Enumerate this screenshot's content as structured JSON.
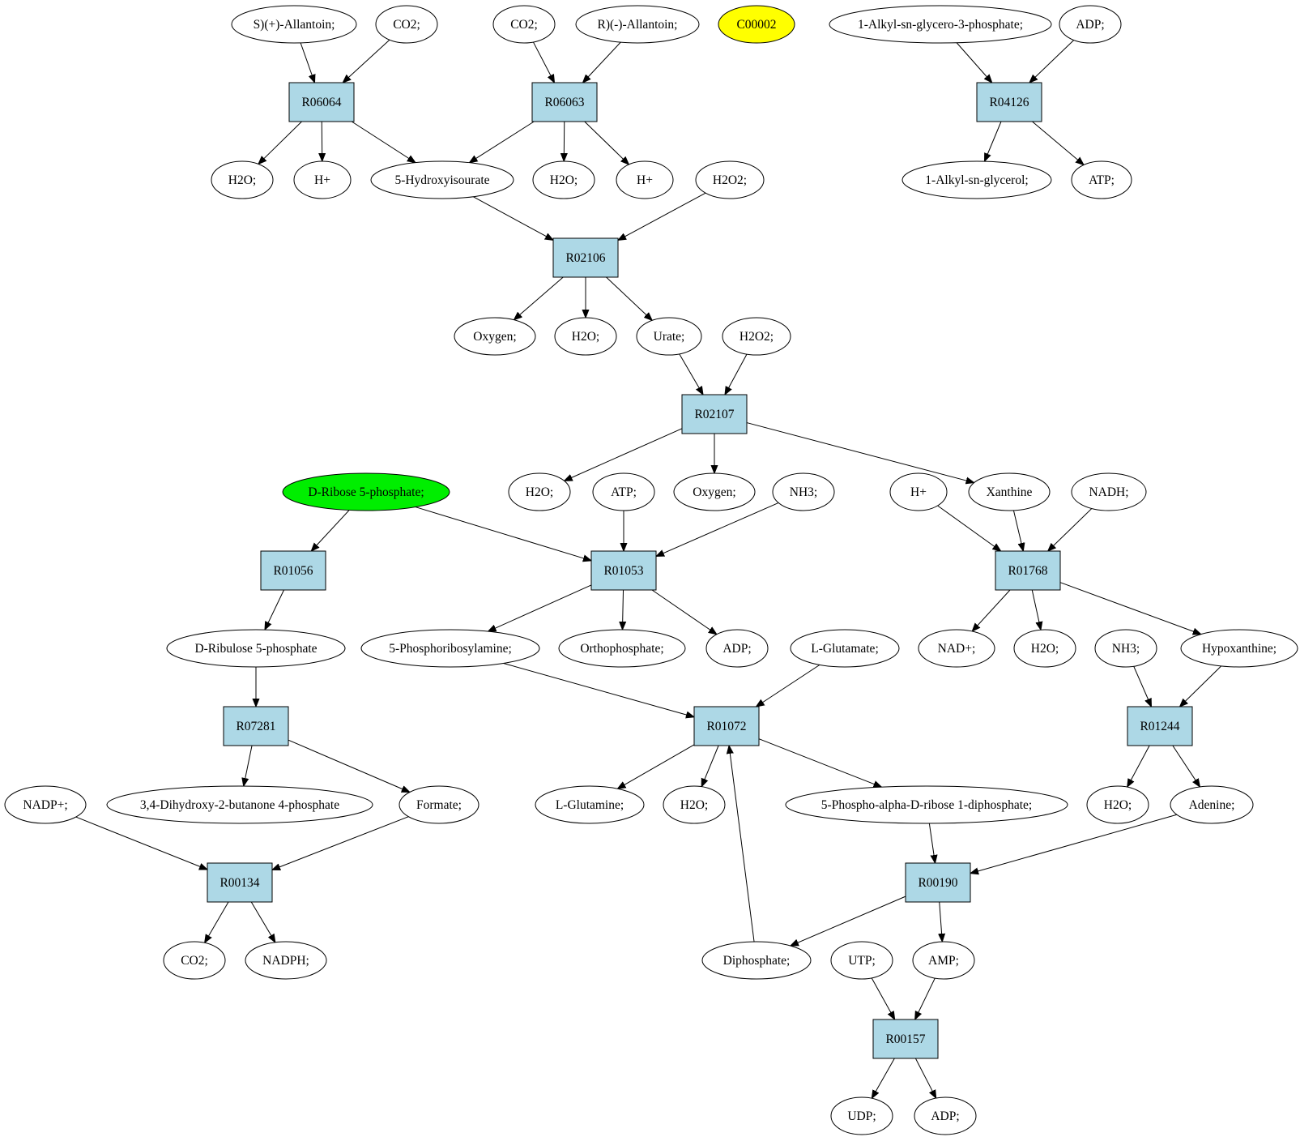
{
  "colors": {
    "reaction_fill": "#add8e6",
    "compound_fill": "#ffffff",
    "highlight_yellow": "#ffff00",
    "highlight_green": "#00ee00",
    "stroke": "#000000"
  },
  "reactions": [
    {
      "id": "R06064",
      "label": "R06064"
    },
    {
      "id": "R06063",
      "label": "R06063"
    },
    {
      "id": "R04126",
      "label": "R04126"
    },
    {
      "id": "R02106",
      "label": "R02106"
    },
    {
      "id": "R02107",
      "label": "R02107"
    },
    {
      "id": "R01056",
      "label": "R01056"
    },
    {
      "id": "R01053",
      "label": "R01053"
    },
    {
      "id": "R01768",
      "label": "R01768"
    },
    {
      "id": "R07281",
      "label": "R07281"
    },
    {
      "id": "R01072",
      "label": "R01072"
    },
    {
      "id": "R01244",
      "label": "R01244"
    },
    {
      "id": "R00134",
      "label": "R00134"
    },
    {
      "id": "R00190",
      "label": "R00190"
    },
    {
      "id": "R00157",
      "label": "R00157"
    }
  ],
  "compounds": [
    {
      "id": "s_allantoin",
      "label": "S)(+)-Allantoin;"
    },
    {
      "id": "co2_a",
      "label": "CO2;"
    },
    {
      "id": "co2_b",
      "label": "CO2;"
    },
    {
      "id": "r_allantoin",
      "label": "R)(-)-Allantoin;"
    },
    {
      "id": "c00002",
      "label": "C00002",
      "highlight": "yellow"
    },
    {
      "id": "alkyl_g3p",
      "label": "1-Alkyl-sn-glycero-3-phosphate;"
    },
    {
      "id": "adp_top",
      "label": "ADP;"
    },
    {
      "id": "h2o_1",
      "label": "H2O;"
    },
    {
      "id": "hplus_1",
      "label": "H+"
    },
    {
      "id": "hydroxyisourate",
      "label": "5-Hydroxyisourate"
    },
    {
      "id": "h2o_2",
      "label": "H2O;"
    },
    {
      "id": "hplus_2",
      "label": "H+"
    },
    {
      "id": "h2o2_1",
      "label": "H2O2;"
    },
    {
      "id": "alkyl_glycerol",
      "label": "1-Alkyl-sn-glycerol;"
    },
    {
      "id": "atp_top",
      "label": "ATP;"
    },
    {
      "id": "oxygen_1",
      "label": "Oxygen;"
    },
    {
      "id": "h2o_3",
      "label": "H2O;"
    },
    {
      "id": "urate",
      "label": "Urate;"
    },
    {
      "id": "h2o2_2",
      "label": "H2O2;"
    },
    {
      "id": "ribose5p",
      "label": "D-Ribose 5-phosphate;",
      "highlight": "green"
    },
    {
      "id": "h2o_4",
      "label": "H2O;"
    },
    {
      "id": "atp_mid",
      "label": "ATP;"
    },
    {
      "id": "oxygen_2",
      "label": "Oxygen;"
    },
    {
      "id": "nh3_1",
      "label": "NH3;"
    },
    {
      "id": "hplus_3",
      "label": "H+"
    },
    {
      "id": "xanthine",
      "label": "Xanthine"
    },
    {
      "id": "nadh",
      "label": "NADH;"
    },
    {
      "id": "ribulose5p",
      "label": "D-Ribulose 5-phosphate"
    },
    {
      "id": "prib_amine",
      "label": "5-Phosphoribosylamine;"
    },
    {
      "id": "orthophosphate",
      "label": "Orthophosphate;"
    },
    {
      "id": "adp_mid",
      "label": "ADP;"
    },
    {
      "id": "glutamate",
      "label": "L-Glutamate;"
    },
    {
      "id": "nadplus",
      "label": "NAD+;"
    },
    {
      "id": "h2o_5",
      "label": "H2O;"
    },
    {
      "id": "nh3_2",
      "label": "NH3;"
    },
    {
      "id": "hypoxanthine",
      "label": "Hypoxanthine;"
    },
    {
      "id": "nadpplus",
      "label": "NADP+;"
    },
    {
      "id": "dihydroxybutanone",
      "label": "3,4-Dihydroxy-2-butanone 4-phosphate"
    },
    {
      "id": "formate",
      "label": "Formate;"
    },
    {
      "id": "glutamine",
      "label": "L-Glutamine;"
    },
    {
      "id": "h2o_6",
      "label": "H2O;"
    },
    {
      "id": "prpp",
      "label": "5-Phospho-alpha-D-ribose 1-diphosphate;"
    },
    {
      "id": "h2o_7",
      "label": "H2O;"
    },
    {
      "id": "adenine",
      "label": "Adenine;"
    },
    {
      "id": "co2_c",
      "label": "CO2;"
    },
    {
      "id": "nadph",
      "label": "NADPH;"
    },
    {
      "id": "diphosphate",
      "label": "Diphosphate;"
    },
    {
      "id": "utp",
      "label": "UTP;"
    },
    {
      "id": "amp",
      "label": "AMP;"
    },
    {
      "id": "udp",
      "label": "UDP;"
    },
    {
      "id": "adp_bot",
      "label": "ADP;"
    }
  ],
  "edges": [
    [
      "s_allantoin",
      "R06064"
    ],
    [
      "co2_a",
      "R06064"
    ],
    [
      "R06064",
      "h2o_1"
    ],
    [
      "R06064",
      "hplus_1"
    ],
    [
      "R06064",
      "hydroxyisourate"
    ],
    [
      "co2_b",
      "R06063"
    ],
    [
      "r_allantoin",
      "R06063"
    ],
    [
      "R06063",
      "hydroxyisourate"
    ],
    [
      "R06063",
      "h2o_2"
    ],
    [
      "R06063",
      "hplus_2"
    ],
    [
      "alkyl_g3p",
      "R04126"
    ],
    [
      "adp_top",
      "R04126"
    ],
    [
      "R04126",
      "alkyl_glycerol"
    ],
    [
      "R04126",
      "atp_top"
    ],
    [
      "hydroxyisourate",
      "R02106"
    ],
    [
      "h2o2_1",
      "R02106"
    ],
    [
      "R02106",
      "oxygen_1"
    ],
    [
      "R02106",
      "h2o_3"
    ],
    [
      "R02106",
      "urate"
    ],
    [
      "urate",
      "R02107"
    ],
    [
      "h2o2_2",
      "R02107"
    ],
    [
      "R02107",
      "h2o_4"
    ],
    [
      "R02107",
      "oxygen_2"
    ],
    [
      "R02107",
      "xanthine"
    ],
    [
      "ribose5p",
      "R01056"
    ],
    [
      "ribose5p",
      "R01053"
    ],
    [
      "atp_mid",
      "R01053"
    ],
    [
      "nh3_1",
      "R01053"
    ],
    [
      "R01053",
      "prib_amine"
    ],
    [
      "R01053",
      "orthophosphate"
    ],
    [
      "R01053",
      "adp_mid"
    ],
    [
      "hplus_3",
      "R01768"
    ],
    [
      "xanthine",
      "R01768"
    ],
    [
      "nadh",
      "R01768"
    ],
    [
      "R01768",
      "nadplus"
    ],
    [
      "R01768",
      "h2o_5"
    ],
    [
      "R01768",
      "hypoxanthine"
    ],
    [
      "R01056",
      "ribulose5p"
    ],
    [
      "ribulose5p",
      "R07281"
    ],
    [
      "R07281",
      "dihydroxybutanone"
    ],
    [
      "R07281",
      "formate"
    ],
    [
      "prib_amine",
      "R01072"
    ],
    [
      "glutamate",
      "R01072"
    ],
    [
      "diphosphate",
      "R01072"
    ],
    [
      "R01072",
      "glutamine"
    ],
    [
      "R01072",
      "h2o_6"
    ],
    [
      "R01072",
      "prpp"
    ],
    [
      "nh3_2",
      "R01244"
    ],
    [
      "hypoxanthine",
      "R01244"
    ],
    [
      "R01244",
      "h2o_7"
    ],
    [
      "R01244",
      "adenine"
    ],
    [
      "nadpplus",
      "R00134"
    ],
    [
      "formate",
      "R00134"
    ],
    [
      "R00134",
      "co2_c"
    ],
    [
      "R00134",
      "nadph"
    ],
    [
      "prpp",
      "R00190"
    ],
    [
      "adenine",
      "R00190"
    ],
    [
      "R00190",
      "diphosphate"
    ],
    [
      "R00190",
      "amp"
    ],
    [
      "utp",
      "R00157"
    ],
    [
      "amp",
      "R00157"
    ],
    [
      "R00157",
      "udp"
    ],
    [
      "R00157",
      "adp_bot"
    ]
  ]
}
